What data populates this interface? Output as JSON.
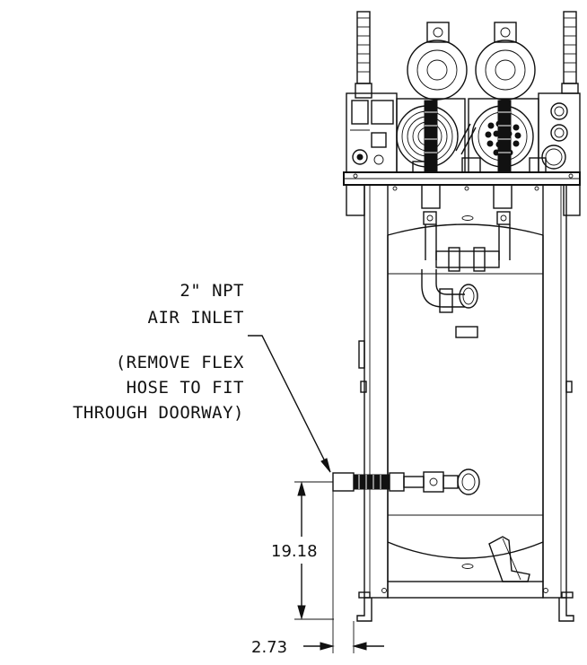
{
  "callout": {
    "line1": "2\" NPT",
    "line2": "AIR INLET",
    "line3": "(REMOVE FLEX",
    "line4": "HOSE TO FIT",
    "line5": "THROUGH DOORWAY)"
  },
  "dimensions": {
    "vertical_value": "19.18",
    "horizontal_value": "2.73"
  }
}
